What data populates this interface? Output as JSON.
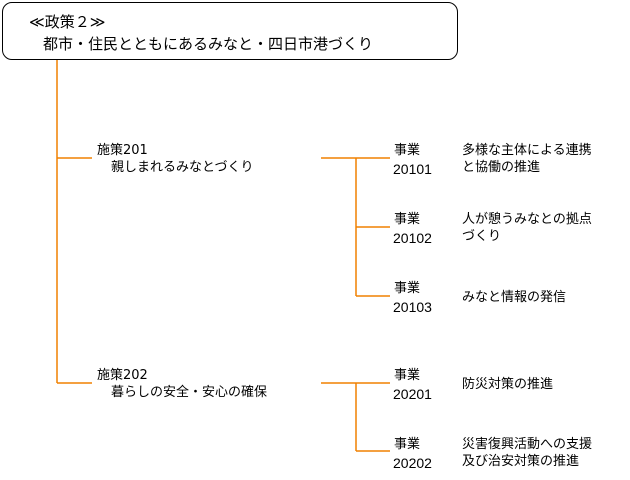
{
  "policy": {
    "title": "≪政策２≫",
    "subtitle": "都市・住民とともにあるみなと・四日市港づくり"
  },
  "measures": [
    {
      "label": "施策201",
      "title": "親しまれるみなとづくり",
      "projects": [
        {
          "label": "事業",
          "number": "20101",
          "line1": "多様な主体による連携",
          "line2": "と協働の推進"
        },
        {
          "label": "事業",
          "number": "20102",
          "line1": "人が憩うみなとの拠点",
          "line2": "づくり"
        },
        {
          "label": "事業",
          "number": "20103",
          "line1": "みなと情報の発信",
          "line2": ""
        }
      ]
    },
    {
      "label": "施策202",
      "title": "暮らしの安全・安心の確保",
      "projects": [
        {
          "label": "事業",
          "number": "20201",
          "line1": "防災対策の推進",
          "line2": ""
        },
        {
          "label": "事業",
          "number": "20202",
          "line1": "災害復興活動への支援",
          "line2": "及び治安対策の推進"
        }
      ]
    }
  ],
  "colors": {
    "connector": "#f08000",
    "text": "#000000",
    "box_border": "#000000"
  }
}
